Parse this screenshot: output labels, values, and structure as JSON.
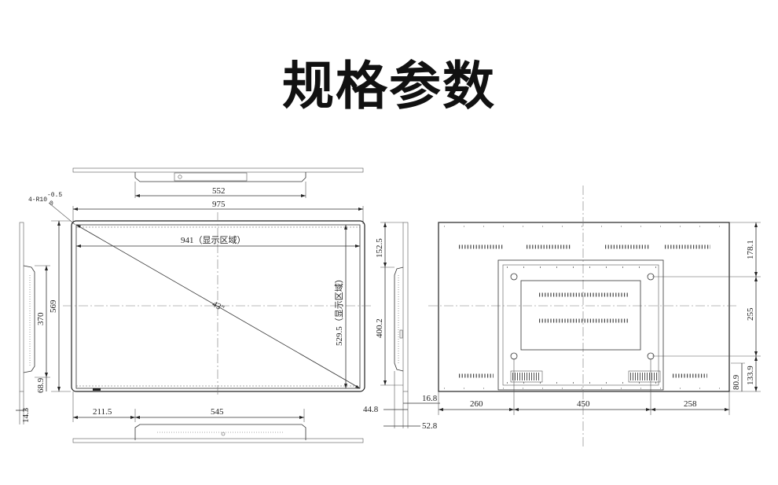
{
  "title": "规格参数",
  "front_view": {
    "corner_note_main": "4-R10",
    "corner_note_sup": "-0.5",
    "corner_note_sub": "0",
    "top_bracket_width": "552",
    "overall_width": "975",
    "display_width": "941（显示区域）",
    "diagonal": "43\"",
    "display_height": "529.5（显示区域）",
    "overall_height": "569",
    "left_offset": "211.5",
    "bottom_bracket_width": "545",
    "left_height_370": "370",
    "left_height_68_9": "68.9",
    "left_depth": "14.3"
  },
  "side_view": {
    "top_offset": "152.5",
    "height": "400.2",
    "depth_16_8": "16.8",
    "depth_44_8": "44.8",
    "depth_52_8": "52.8"
  },
  "rear_view": {
    "left_dist": "260",
    "hole_spacing_h": "450",
    "right_dist": "258",
    "top_dist": "178.1",
    "hole_spacing_v": "255",
    "bottom_dist_133_9": "133.9",
    "bottom_dist_80_9": "80.9"
  }
}
